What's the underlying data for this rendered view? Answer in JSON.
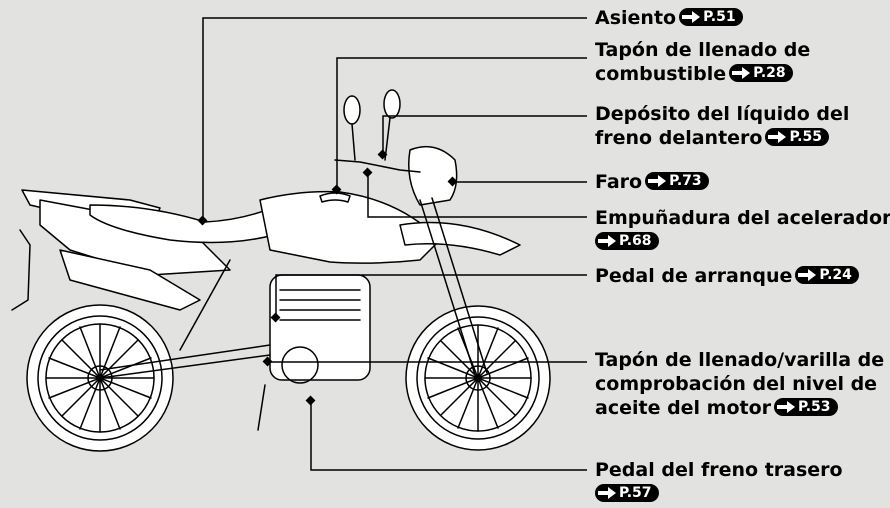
{
  "callouts": [
    {
      "text": "Asiento",
      "page": "P.51"
    },
    {
      "text": "Tapón de llenado de",
      "text2": "combustible",
      "page": "P.28"
    },
    {
      "text": "Depósito del líquido del",
      "text2": "freno delantero",
      "page": "P.55"
    },
    {
      "text": "Faro",
      "page": "P.73"
    },
    {
      "text": "Empuñadura del acelerador",
      "text2": "",
      "page": "P.68"
    },
    {
      "text": "Pedal de arranque",
      "page": "P.24"
    },
    {
      "text": "Tapón de llenado/varilla de",
      "text2": "comprobación del nivel de",
      "text3": "aceite del motor",
      "page": "P.53"
    },
    {
      "text": "Pedal del freno trasero",
      "text2": "",
      "page": "P.57"
    }
  ],
  "colors": {
    "background": "#e2e2e1",
    "ink": "#000000",
    "badge": "#000000"
  },
  "badge_icon": "right-arrow-icon"
}
